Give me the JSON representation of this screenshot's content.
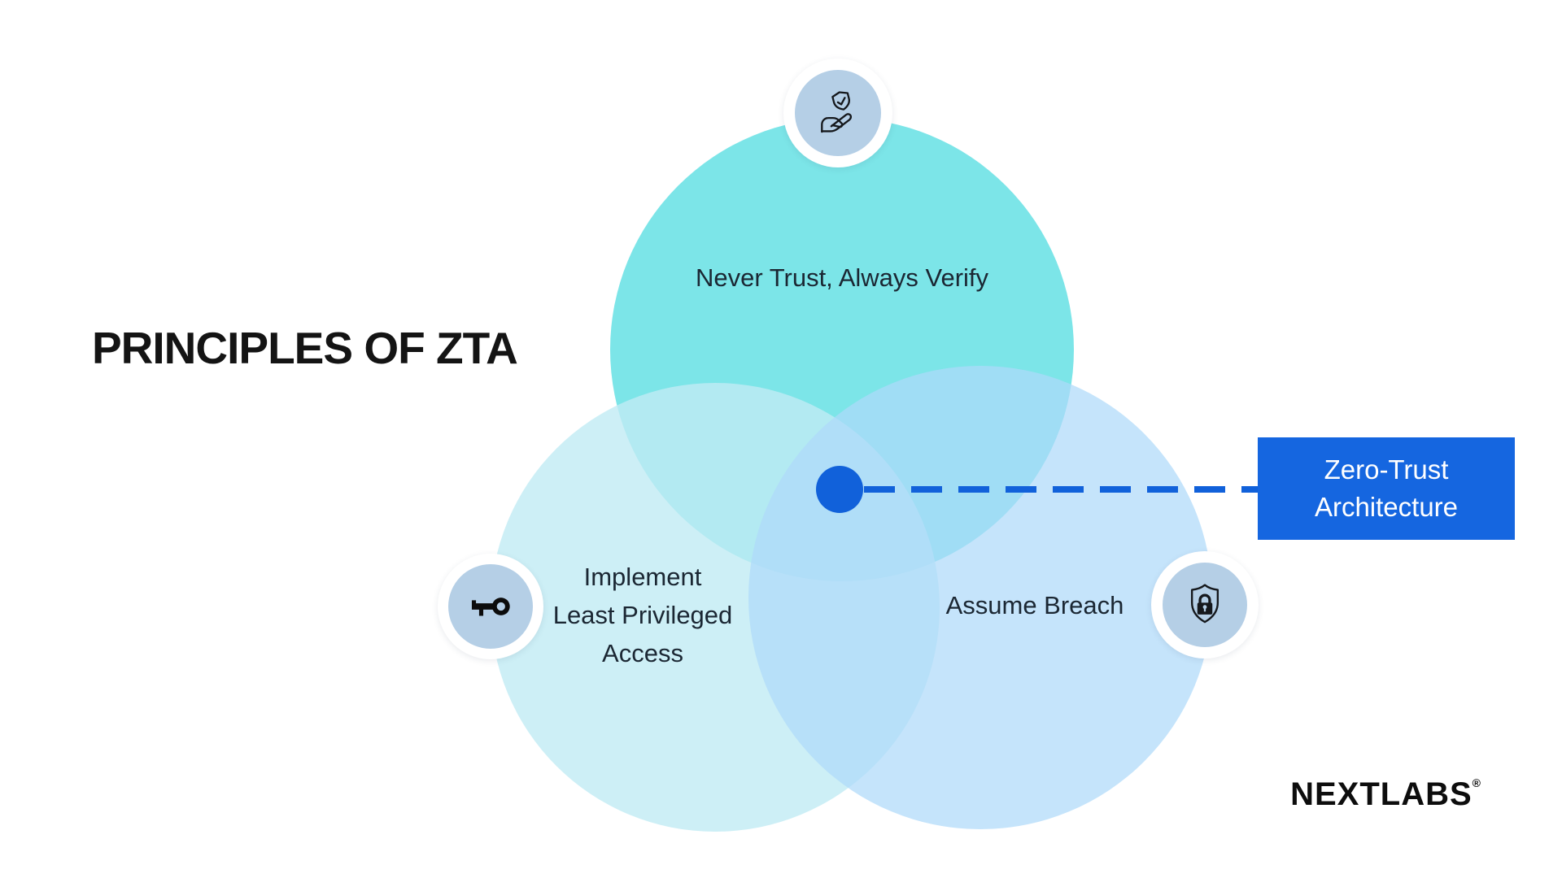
{
  "title": "PRINCIPLES OF ZTA",
  "background": "#ffffff",
  "venn": {
    "top_circle": {
      "label": "Never Trust, Always Verify",
      "icon": "hand-holding-shield-icon",
      "color": "#7ce5e8"
    },
    "left_circle": {
      "label": "Implement Least Privileged Access",
      "label_lines": [
        "Implement",
        "Least Privileged",
        "Access"
      ],
      "icon": "key-icon",
      "color": "#c0ebf4"
    },
    "right_circle": {
      "label": "Assume Breach",
      "icon": "shield-lock-icon",
      "color": "#aedaf9"
    }
  },
  "callout": {
    "label": "Zero-Trust Architecture",
    "lines": [
      "Zero-Trust",
      "Architecture"
    ],
    "bg_color": "#1566e0",
    "text_color": "#ffffff",
    "connector_color": "#1161da"
  },
  "badge_fill": "#b5cfe6",
  "logo": {
    "text": "NEXTLABS",
    "mark": "®"
  }
}
